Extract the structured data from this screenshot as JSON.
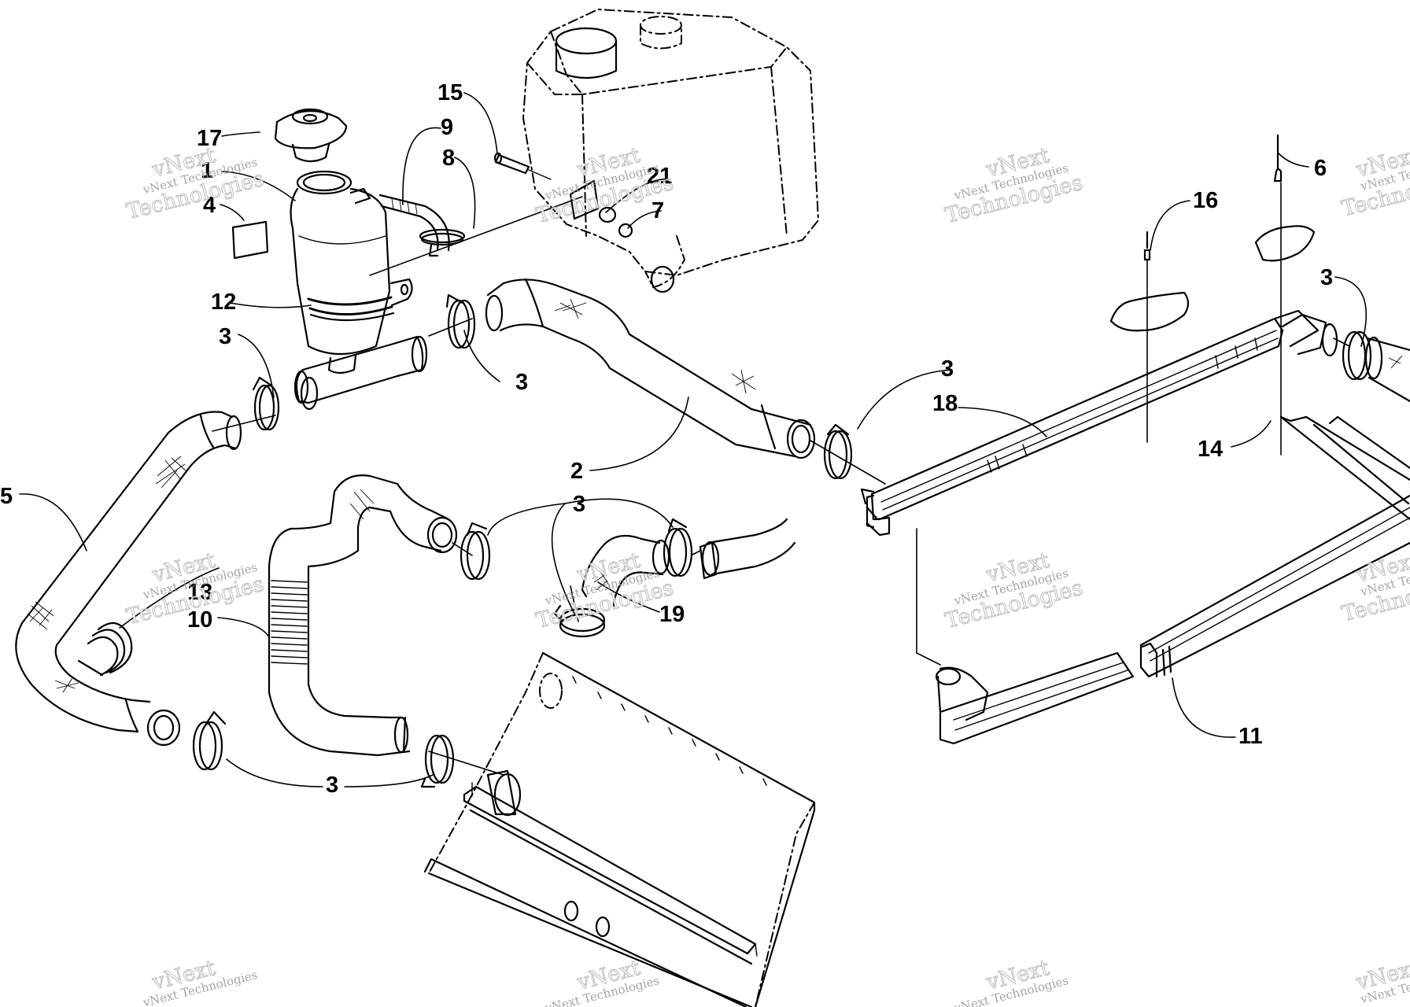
{
  "diagram": {
    "callouts": [
      "1",
      "2",
      "3",
      "4",
      "5",
      "6",
      "7",
      "8",
      "9",
      "10",
      "11",
      "12",
      "13",
      "14",
      "15",
      "16",
      "17",
      "18",
      "19",
      "21"
    ],
    "watermark": {
      "line1": "vNext",
      "line2": "vNext Technologies",
      "line3": "Technologies"
    }
  }
}
